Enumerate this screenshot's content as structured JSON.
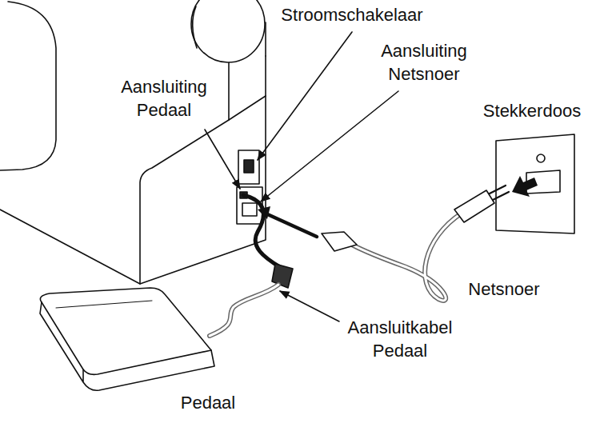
{
  "diagram": {
    "labels": [
      "Stroomschakelaar",
      "Aansluiting Netsnoer",
      "Aansluiting Pedaal",
      "Stekkerdoos",
      "Netsnoer",
      "Aansluitkabel Pedaal",
      "Pedaal"
    ]
  }
}
